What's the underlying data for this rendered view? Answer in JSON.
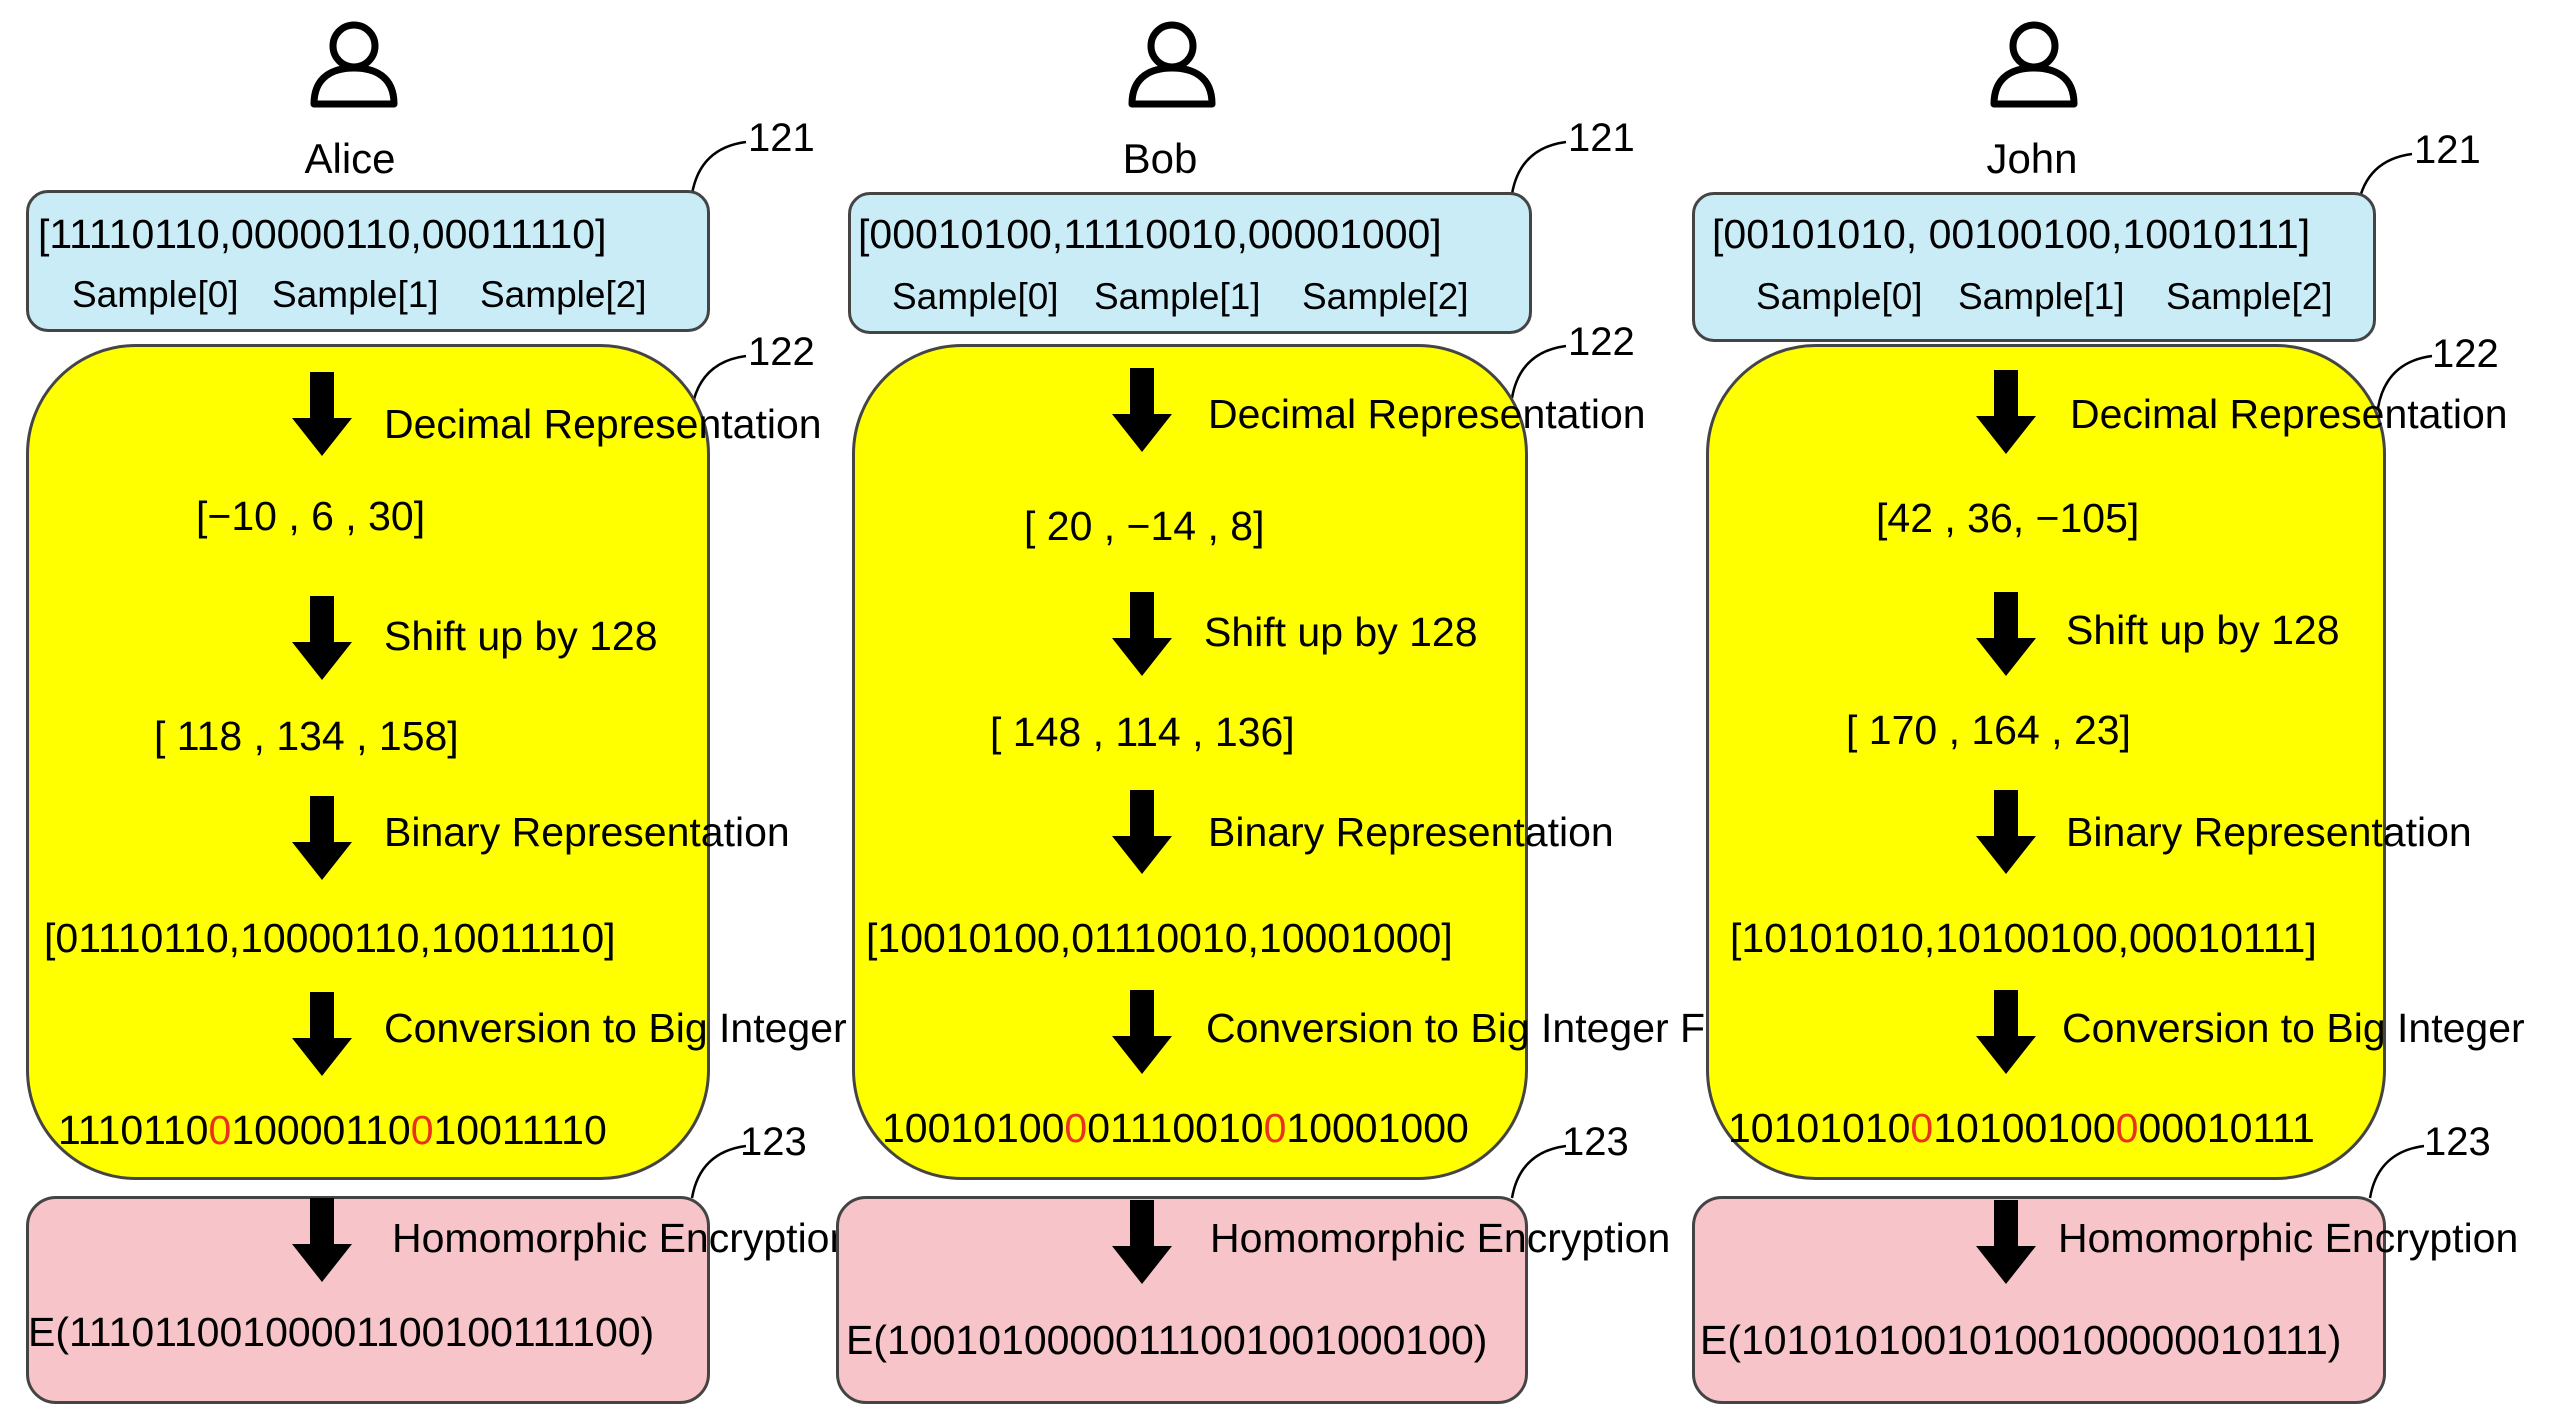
{
  "users": [
    {
      "name": "Alice",
      "ref_samples": "121",
      "ref_processing": "122",
      "ref_encryption": "123",
      "samples": "[11110110,00000110,00011110]",
      "sample_labels": [
        "Sample[0]",
        "Sample[1]",
        "Sample[2]"
      ],
      "step_decimal": "Decimal Representation",
      "decimal_values": "[−10 , 6 , 30]",
      "step_shift": "Shift up by 128",
      "shifted_values": "[ 118 , 134 , 158]",
      "step_binary": "Binary Representation",
      "binary_values": "[01110110,10000110,10011110]",
      "step_bigint": "Conversion to Big Integer Format",
      "bigint_parts": [
        "1110110",
        "0",
        "10000110",
        "0",
        "10011110"
      ],
      "step_encrypt": "Homomorphic Encryption",
      "encrypted": "E(11101100100001100100111100)"
    },
    {
      "name": "Bob",
      "ref_samples": "121",
      "ref_processing": "122",
      "ref_encryption": "123",
      "samples": "[00010100,11110010,00001000]",
      "sample_labels": [
        "Sample[0]",
        "Sample[1]",
        "Sample[2]"
      ],
      "step_decimal": "Decimal Representation",
      "decimal_values": "[ 20 , −14 , 8]",
      "step_shift": "Shift up by 128",
      "shifted_values": "[ 148 , 114 , 136]",
      "step_binary": "Binary Representation",
      "binary_values": "[10010100,01110010,10001000]",
      "step_bigint": "Conversion to Big Integer Format",
      "bigint_parts": [
        "10010100",
        "0",
        "01110010",
        "0",
        "10001000"
      ],
      "step_encrypt": "Homomorphic Encryption",
      "encrypted": "E(10010100000111001001000100)"
    },
    {
      "name": "John",
      "ref_samples": "121",
      "ref_processing": "122",
      "ref_encryption": "123",
      "samples": "[00101010, 00100100,10010111]",
      "sample_labels": [
        "Sample[0]",
        "Sample[1]",
        "Sample[2]"
      ],
      "step_decimal": "Decimal Representation",
      "decimal_values": "[42 , 36, −105]",
      "step_shift": "Shift up by 128",
      "shifted_values": "[ 170 , 164 , 23]",
      "step_binary": "Binary Representation",
      "binary_values": "[10101010,10100100,00010111]",
      "step_bigint": "Conversion to Big Integer",
      "bigint_parts": [
        "10101010",
        "0",
        "10100100",
        "0",
        "00010111"
      ],
      "step_encrypt": "Homomorphic Encryption",
      "encrypted": "E(10101010010100100000010111)"
    }
  ],
  "icons": {
    "user": "user-icon",
    "arrow": "down-arrow-icon"
  },
  "colors": {
    "samples_box": "#c9ecf7",
    "processing_box": "#ffff00",
    "encryption_box": "#f7c4c9",
    "separator_bit": "#e8321e"
  }
}
